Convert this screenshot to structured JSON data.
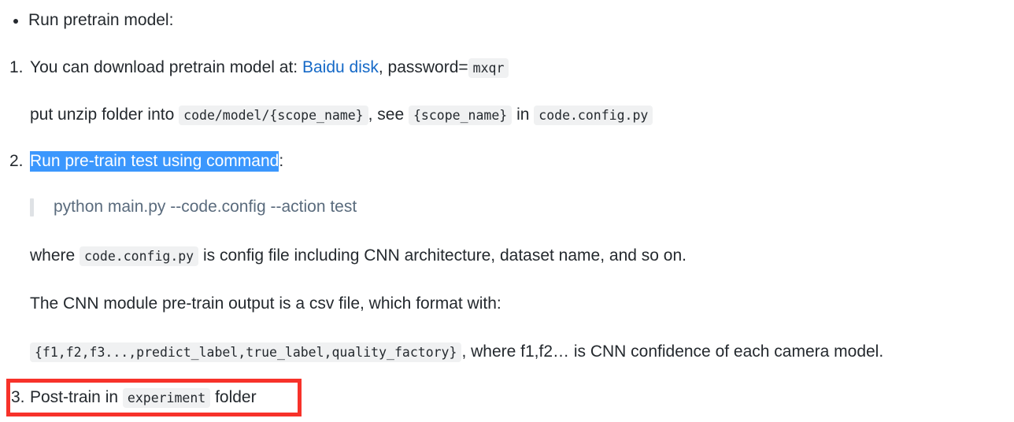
{
  "document": {
    "bullet": {
      "marker": "bullet-dot",
      "text": "Run pretrain model:"
    },
    "items": [
      {
        "marker": "1.",
        "line1": {
          "before_link": "You can download pretrain model at: ",
          "link_text": "Baidu disk",
          "after_link": ", password=",
          "code": "mxqr"
        },
        "line2": {
          "part1": "put unzip folder into",
          "code1": "code/model/{scope_name}",
          "part2": ", see",
          "code2": "{scope_name}",
          "part3": "in",
          "code3": "code.config.py"
        }
      },
      {
        "marker": "2.",
        "highlighted_text": "Run pre-train test using command",
        "trailing_text": ":",
        "quote": "python main.py --code.config --action test",
        "para1": {
          "part1": "where",
          "code1": "code.config.py",
          "part2": "is config file including CNN architecture, dataset name, and so on."
        },
        "para2": "The CNN module pre-train output is a csv file, which format with:",
        "para3": {
          "code1": "{f1,f2,f3...,predict_label,true_label,quality_factory}",
          "part1": ", where f1,f2… is CNN confidence of each camera model."
        }
      },
      {
        "marker": "3.",
        "part1": "Post-train in",
        "code1": "experiment",
        "part2": "folder",
        "annotated": true
      }
    ]
  },
  "colors": {
    "text": "#24292e",
    "link": "#1569c7",
    "selection_background": "#3b97fd",
    "selection_text": "#ffffff",
    "code_background": "#f0f1f2",
    "quote_border": "#dfe2e5",
    "quote_text": "#5a6b7d",
    "annotation_red": "#f7322a"
  }
}
